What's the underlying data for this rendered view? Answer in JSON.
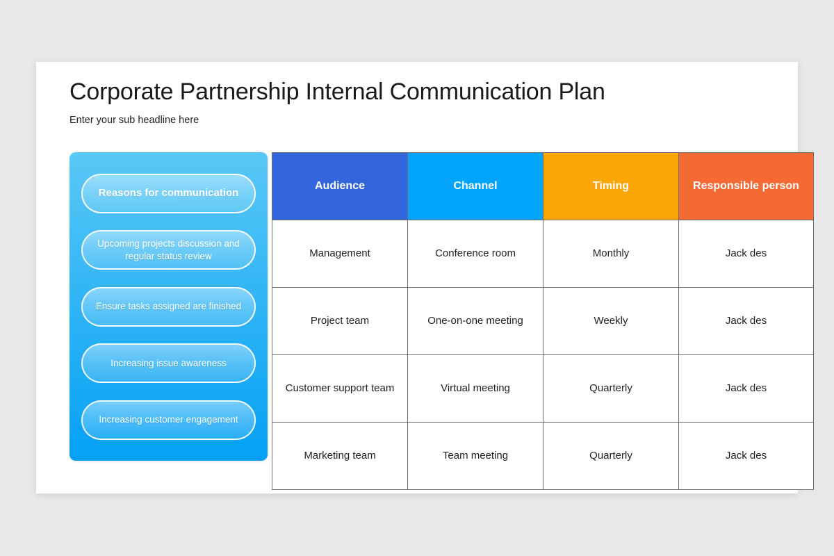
{
  "slide": {
    "title": "Corporate Partnership Internal Communication Plan",
    "subtitle": "Enter your sub headline here",
    "background_color": "#e8e8e9",
    "card_color": "#ffffff"
  },
  "left_panel": {
    "gradient_top_color": "#59c8f6",
    "gradient_bottom_color": "#05a0f5",
    "items": [
      {
        "label": "Reasons for communication",
        "lead": true
      },
      {
        "label": "Upcoming projects discussion and regular status review",
        "lead": false
      },
      {
        "label": "Ensure tasks assigned are finished",
        "lead": false
      },
      {
        "label": "Increasing issue awareness",
        "lead": false
      },
      {
        "label": "Increasing customer engagement",
        "lead": false
      }
    ]
  },
  "table": {
    "headers": [
      {
        "label": "Audience",
        "color": "#3366dc"
      },
      {
        "label": "Channel",
        "color": "#02a5fb"
      },
      {
        "label": "Timing",
        "color": "#fca506"
      },
      {
        "label": "Responsible person",
        "color": "#f46a32"
      }
    ],
    "rows": [
      {
        "audience": "Management",
        "channel": "Conference room",
        "timing": "Monthly",
        "person": "Jack des"
      },
      {
        "audience": "Project team",
        "channel": "One-on-one meeting",
        "timing": "Weekly",
        "person": "Jack des"
      },
      {
        "audience": "Customer support team",
        "channel": "Virtual meeting",
        "timing": "Quarterly",
        "person": "Jack des"
      },
      {
        "audience": "Marketing team",
        "channel": "Team meeting",
        "timing": "Quarterly",
        "person": "Jack des"
      }
    ]
  }
}
